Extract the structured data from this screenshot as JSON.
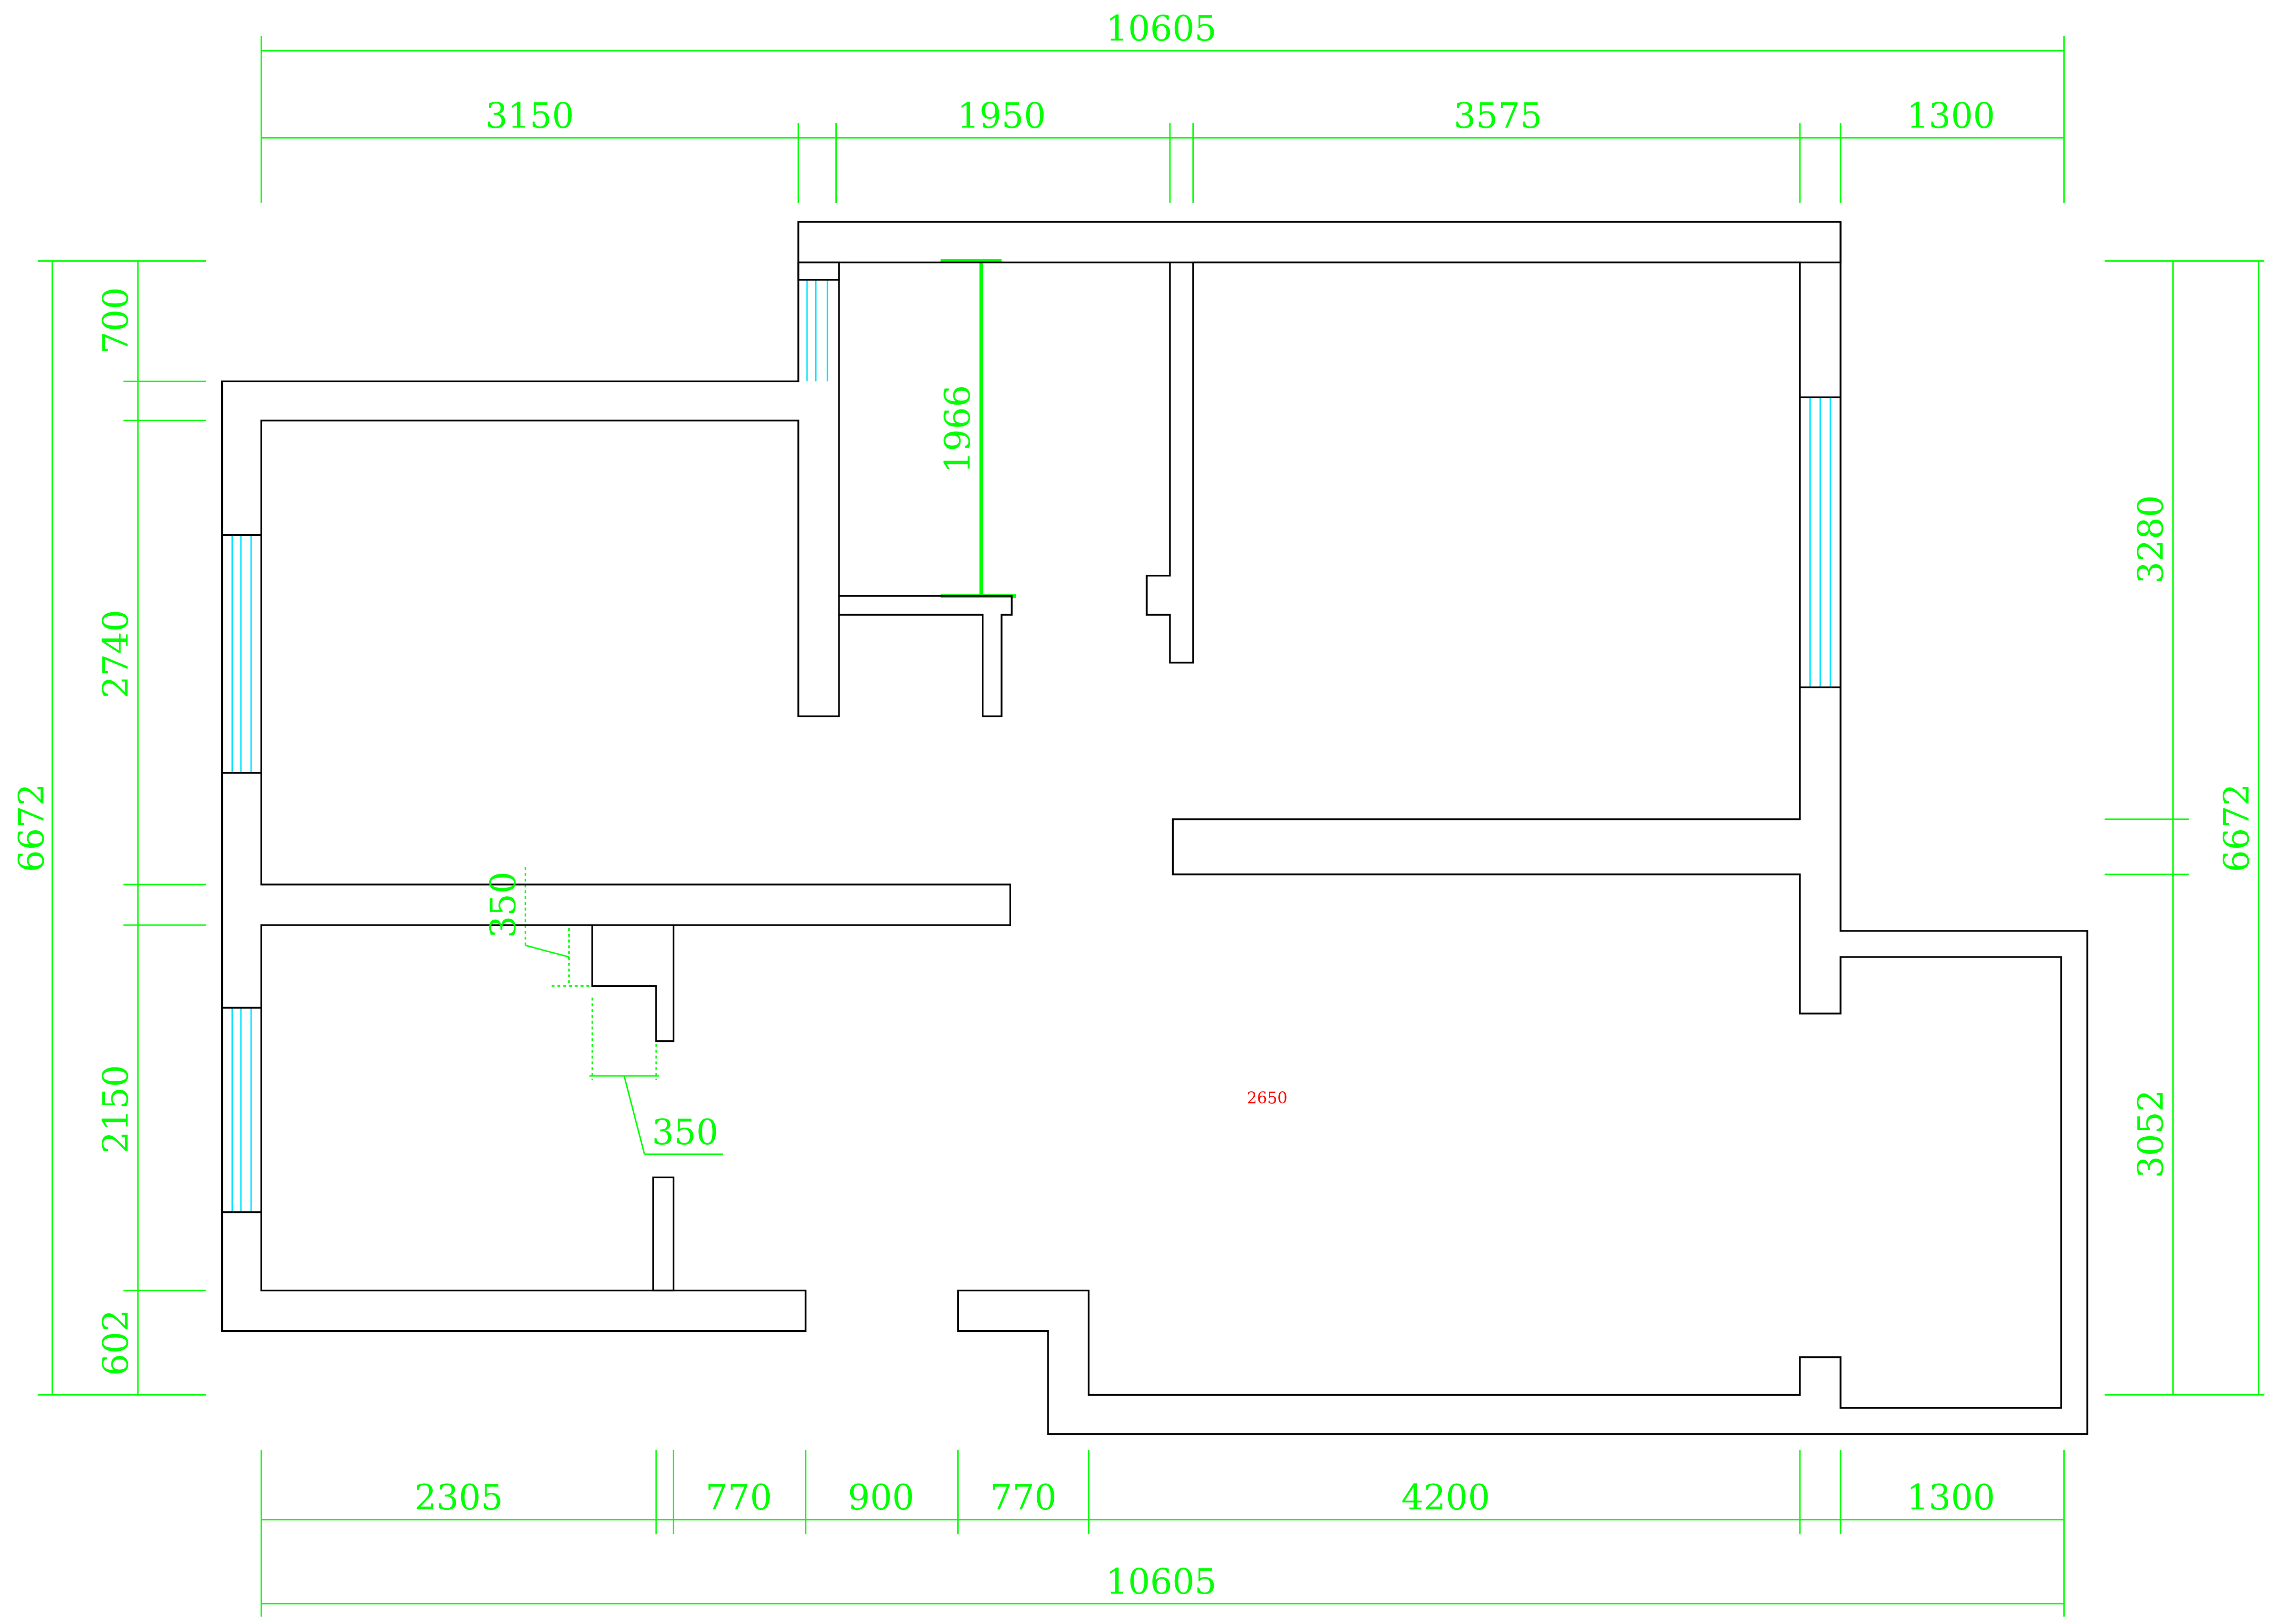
{
  "colors": {
    "dimension": "#00ff00",
    "wall": "#000000",
    "window": "#00e5ff",
    "note": "#ff0000",
    "background": "#ffffff"
  },
  "dimensions": {
    "top_total": "10605",
    "top_segments": [
      "3150",
      "1950",
      "3575",
      "1300"
    ],
    "bottom_total": "10605",
    "bottom_segments": [
      "2305",
      "770",
      "900",
      "770",
      "4200",
      "1300"
    ],
    "left_total": "6672",
    "left_segments": [
      "700",
      "2740",
      "2150",
      "602"
    ],
    "right_total": "6672",
    "right_segments": [
      "3280",
      "3052"
    ],
    "interior_vertical": "1966",
    "small_offset_a": "350",
    "small_offset_b": "350"
  },
  "annotations": {
    "center_note": "2650"
  }
}
